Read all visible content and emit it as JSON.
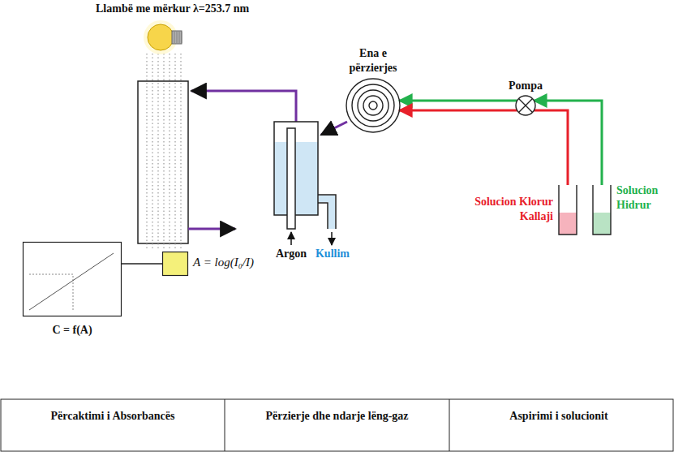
{
  "diagram": {
    "nodes": [
      {
        "text": [
          "Llambë me mërkur λ=253.7 nm"
        ]
      },
      {
        "text": [
          "Ena e përzierjes"
        ]
      },
      {
        "text": [
          "Pompa"
        ]
      },
      {
        "text": [
          "Solucion Klorur Kallaji"
        ]
      },
      {
        "text": [
          "Solucion Hidrur"
        ]
      },
      {
        "text": [
          "A = log(I₀/I)"
        ]
      },
      {
        "text": [
          "C = f(A)"
        ]
      }
    ],
    "edges": [
      {
        "from": 3,
        "to": 2,
        "arrow": "none"
      },
      {
        "from": 4,
        "to": 2,
        "arrow": "to"
      },
      {
        "from": 2,
        "to": 1,
        "arrow": "to"
      },
      {
        "from": 2,
        "to": 1,
        "arrow": "to"
      },
      {
        "from": 5,
        "to": 6,
        "arrow": "none"
      }
    ],
    "labels": [
      "Argon",
      "Kullim",
      "Përcaktimi i Absorbancës",
      "Përzierje dhe ndarje lëng-gaz",
      "Aspirimi i solucionit"
    ]
  }
}
